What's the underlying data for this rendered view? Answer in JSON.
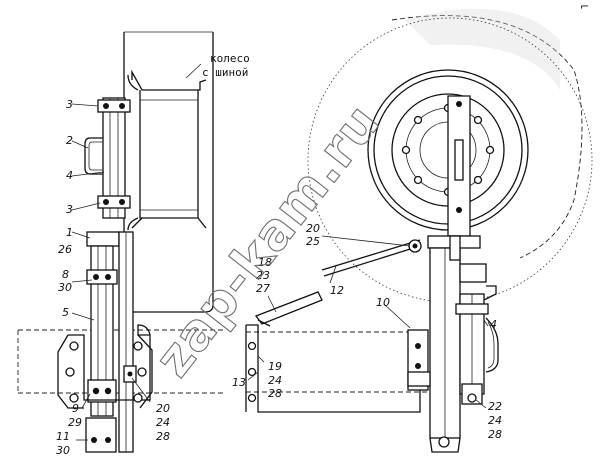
{
  "wheel_label": {
    "line1": "колесо",
    "line2": "с шиной"
  },
  "callouts": {
    "c3a": "3",
    "c2": "2",
    "c4a": "4",
    "c3b": "3",
    "c1": "1",
    "c26": "26",
    "c8": "8",
    "c30a": "30",
    "c5": "5",
    "c9": "9",
    "c29": "29",
    "c11": "11",
    "c30b": "30",
    "c20a": "20",
    "c24a": "24",
    "c28a": "28",
    "c18": "18",
    "c23": "23",
    "c27": "27",
    "c13": "13",
    "c19": "19",
    "c24b": "24",
    "c28b": "28",
    "c12": "12",
    "c10": "10",
    "c20b": "20",
    "c25": "25",
    "c4b": "4",
    "c22": "22",
    "c24c": "24",
    "c28c": "28"
  },
  "watermark": "zap-kam.ru",
  "corner_mark": "⌐"
}
